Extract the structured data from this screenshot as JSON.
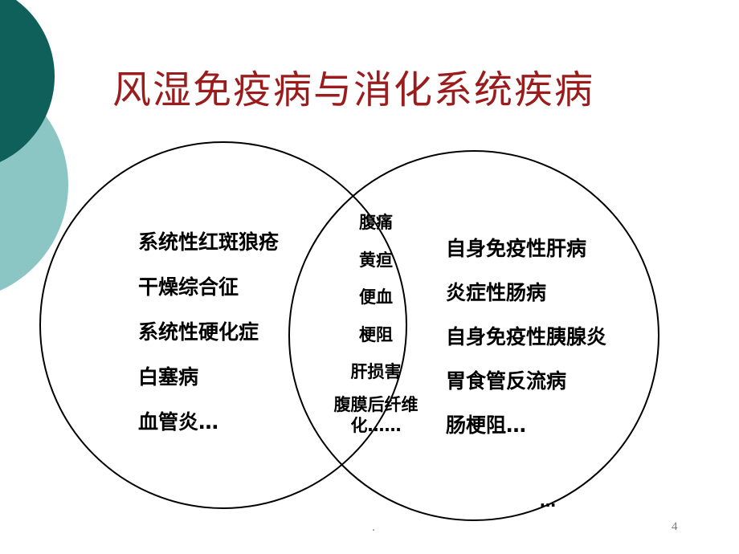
{
  "slide": {
    "title": "风湿免疫病与消化系统疾病",
    "left_items": [
      "系统性红斑狼疮",
      "干燥综合征",
      "系统性硬化症",
      "白塞病",
      "血管炎…"
    ],
    "middle_items": [
      "腹痛",
      "黄疸",
      "便血",
      "梗阻",
      "肝损害",
      "腹膜后纤维化……"
    ],
    "right_items": [
      "自身免疫性肝病",
      "炎症性肠病",
      "自身免疫性胰腺炎",
      "胃食管反流病",
      "肠梗阻…"
    ],
    "right_tail": "…",
    "footer_mark": ".",
    "page_number": "4"
  },
  "colors": {
    "title": "#9b1c1c",
    "decor_dark": "#0f5f5a",
    "decor_light": "#8cc6c4",
    "circle_stroke": "#000000"
  }
}
